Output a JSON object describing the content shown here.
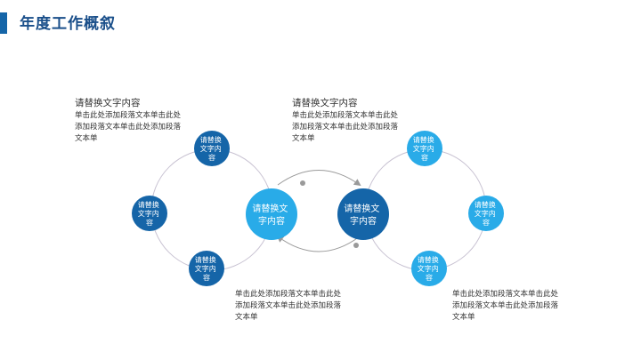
{
  "page": {
    "title": "年度工作概叙"
  },
  "colors": {
    "accent": "#1565a8",
    "dark_blue": "#1565a8",
    "mid_blue": "#1e88d6",
    "light_blue": "#29abe8",
    "ring": "#c8c2d2",
    "arrow": "#9a9a9a"
  },
  "blocks": {
    "top_left": {
      "heading": "请替换文字内容",
      "body": "单击此处添加段落文本单击此处\n添加段落文本单击此处添加段落\n文本单"
    },
    "top_middle": {
      "heading": "请替换文字内容",
      "body": "单击此处添加段落文本单击此处\n添加段落文本单击此处添加段落\n文本单"
    },
    "bottom_middle": {
      "body": "单击此处添加段落文本单击此处\n添加段落文本单击此处添加段落\n文本单"
    },
    "bottom_right": {
      "body": "单击此处添加段落文本单击此处\n添加段落文本单击此处添加段落\n文本单"
    }
  },
  "nodes": {
    "left_top": {
      "lines": [
        "请替换",
        "文字内",
        "容"
      ]
    },
    "left_left": {
      "lines": [
        "请替换",
        "文字内",
        "容"
      ]
    },
    "left_bottom": {
      "lines": [
        "请替换",
        "文字内",
        "容"
      ]
    },
    "left_center": {
      "lines": [
        "请替换文",
        "字内容"
      ]
    },
    "right_center": {
      "lines": [
        "请替换文",
        "字内容"
      ]
    },
    "right_top": {
      "lines": [
        "请替换",
        "文字内",
        "容"
      ]
    },
    "right_right": {
      "lines": [
        "请替换",
        "文字内",
        "容"
      ]
    },
    "right_bottom": {
      "lines": [
        "请替换",
        "文字内",
        "容"
      ]
    }
  }
}
